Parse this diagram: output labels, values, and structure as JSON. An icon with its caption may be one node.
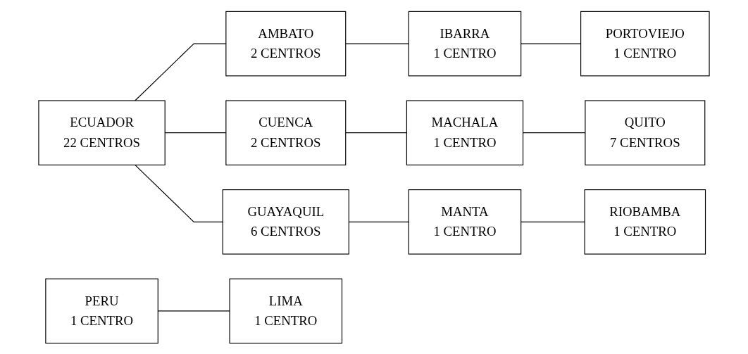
{
  "diagram": {
    "nodes": [
      {
        "text": [
          "ECUADOR",
          "22 CENTROS"
        ]
      },
      {
        "text": [
          "AMBATO",
          "2 CENTROS"
        ]
      },
      {
        "text": [
          "IBARRA",
          "1 CENTRO"
        ]
      },
      {
        "text": [
          "PORTOVIEJO",
          "1 CENTRO"
        ]
      },
      {
        "text": [
          "CUENCA",
          "2 CENTROS"
        ]
      },
      {
        "text": [
          "MACHALA",
          "1 CENTRO"
        ]
      },
      {
        "text": [
          "QUITO",
          "7 CENTROS"
        ]
      },
      {
        "text": [
          "GUAYAQUIL",
          "6 CENTROS"
        ]
      },
      {
        "text": [
          "MANTA",
          "1 CENTRO"
        ]
      },
      {
        "text": [
          "RIOBAMBA",
          "1 CENTRO"
        ]
      },
      {
        "text": [
          "PERU",
          "1 CENTRO"
        ]
      },
      {
        "text": [
          "LIMA",
          "1 CENTRO"
        ]
      }
    ],
    "edges": [
      {
        "from": 0,
        "to": 1,
        "arrow": "none"
      },
      {
        "from": 0,
        "to": 4,
        "arrow": "none"
      },
      {
        "from": 0,
        "to": 7,
        "arrow": "none"
      },
      {
        "from": 1,
        "to": 2,
        "arrow": "none"
      },
      {
        "from": 2,
        "to": 3,
        "arrow": "none"
      },
      {
        "from": 4,
        "to": 5,
        "arrow": "none"
      },
      {
        "from": 5,
        "to": 6,
        "arrow": "none"
      },
      {
        "from": 7,
        "to": 8,
        "arrow": "none"
      },
      {
        "from": 8,
        "to": 9,
        "arrow": "none"
      },
      {
        "from": 10,
        "to": 11,
        "arrow": "none"
      }
    ]
  }
}
